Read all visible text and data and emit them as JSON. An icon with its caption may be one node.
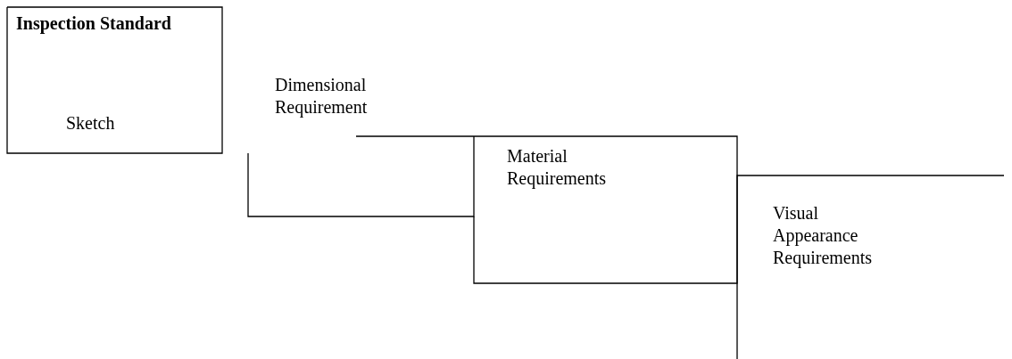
{
  "diagram": {
    "nodes": [
      {
        "text": [
          "Inspection Standard",
          "Sketch"
        ]
      },
      {
        "text": [
          "Dimensional Requirement"
        ]
      },
      {
        "text": [
          "Material Requirements"
        ]
      },
      {
        "text": [
          "Visual Appearance Requirements"
        ]
      }
    ]
  }
}
